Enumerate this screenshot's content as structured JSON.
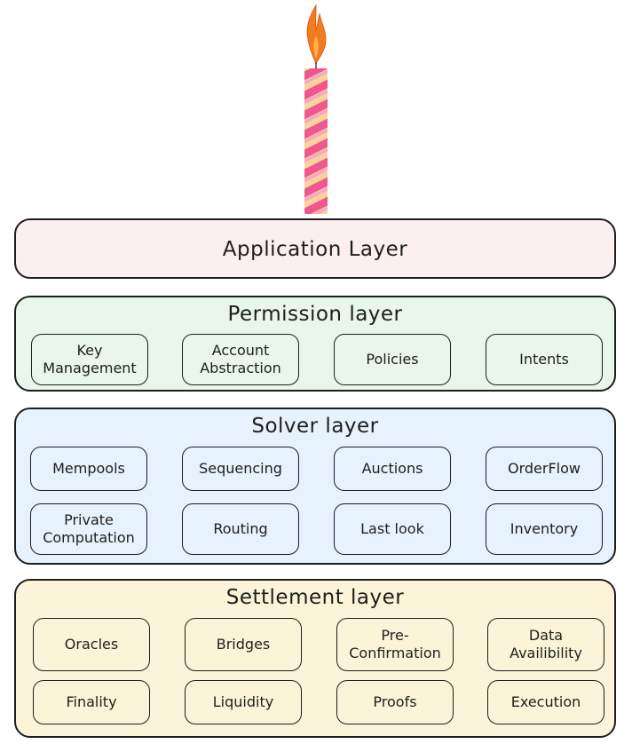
{
  "layers": {
    "application": {
      "title": "Application Layer"
    },
    "permission": {
      "title": "Permission layer",
      "items": [
        "Key Management",
        "Account Abstraction",
        "Policies",
        "Intents"
      ]
    },
    "solver": {
      "title": "Solver layer",
      "items": [
        "Mempools",
        "Sequencing",
        "Auctions",
        "OrderFlow",
        "Private Computation",
        "Routing",
        "Last look",
        "Inventory"
      ]
    },
    "settlement": {
      "title": "Settlement layer",
      "items": [
        "Oracles",
        "Bridges",
        "Pre-Confirmation",
        "Data Availibility",
        "Finality",
        "Liquidity",
        "Proofs",
        "Execution"
      ]
    }
  },
  "colors": {
    "application_fill": "#fcefef",
    "permission_fill": "#e8f6eb",
    "solver_fill": "#e6f2fd",
    "settlement_fill": "#fcf4d8",
    "candle_pink": "#f0578f",
    "candle_cream": "#f8d49a",
    "flame": "#f47c20"
  }
}
